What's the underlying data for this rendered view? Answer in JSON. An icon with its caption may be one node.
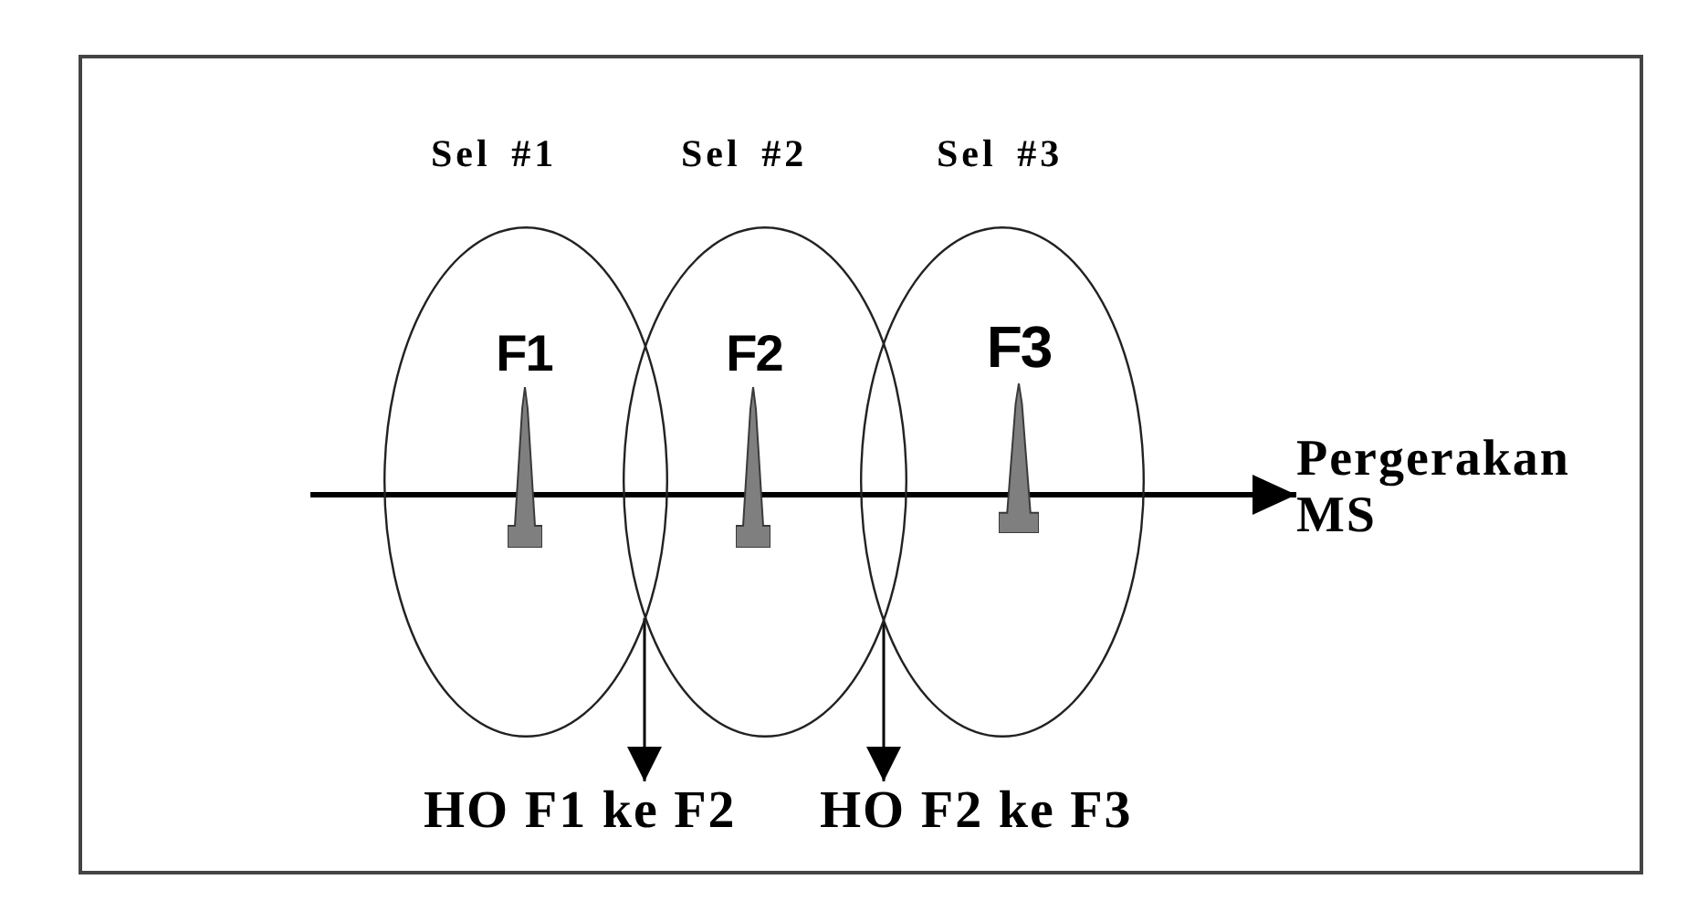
{
  "diagram": {
    "nodes": [
      {
        "text": [
          "Sel #1"
        ]
      },
      {
        "text": [
          "F1"
        ],
        "in": 0
      },
      {
        "text": [
          "Sel #2"
        ]
      },
      {
        "text": [
          "F2"
        ],
        "in": 2
      },
      {
        "text": [
          "Sel #3"
        ]
      },
      {
        "text": [
          "F3"
        ],
        "in": 4
      },
      {
        "text": [
          "Pergerakan MS"
        ]
      },
      {
        "text": [
          "HO F1 ke F2"
        ]
      },
      {
        "text": [
          "HO F2 ke F3"
        ]
      }
    ],
    "edges": [
      {
        "from": null,
        "to": 6,
        "arrow": "to",
        "style": "thick"
      },
      {
        "from": 2,
        "to": 7,
        "arrow": "to"
      },
      {
        "from": 2,
        "to": 8,
        "arrow": "to"
      }
    ]
  }
}
